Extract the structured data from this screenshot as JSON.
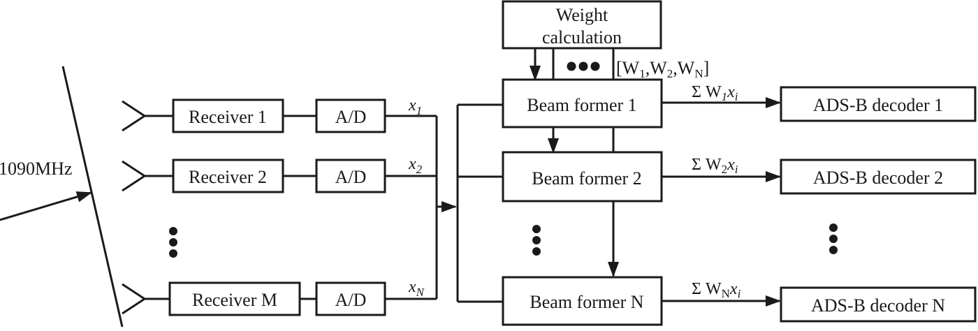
{
  "input": {
    "frequency": "1090MHz"
  },
  "receivers": [
    "Receiver 1",
    "Receiver 2",
    "Receiver M"
  ],
  "adc_label": "A/D",
  "signals": [
    {
      "base": "x",
      "sub": "1"
    },
    {
      "base": "x",
      "sub": "2"
    },
    {
      "base": "x",
      "sub": "N"
    }
  ],
  "weight_block": {
    "line1": "Weight",
    "line2": "calculation"
  },
  "weights_vector": {
    "open": "[",
    "w": "W",
    "s1": "1",
    "comma1": ",",
    "s2": "2",
    "comma2": ",",
    "sN": "N",
    "close": "]"
  },
  "beam_formers": [
    "Beam former 1",
    "Beam former 2",
    "Beam former N"
  ],
  "outputs": [
    {
      "sigma": "Σ W",
      "sub": "1",
      "x": "x",
      "xsub": "i"
    },
    {
      "sigma": "Σ W",
      "sub": "2",
      "x": "x",
      "xsub": "i"
    },
    {
      "sigma": "Σ W",
      "sub": "N",
      "x": "x",
      "xsub": "i"
    }
  ],
  "decoders": [
    "ADS-B decoder 1",
    "ADS-B decoder 2",
    "ADS-B decoder N"
  ]
}
